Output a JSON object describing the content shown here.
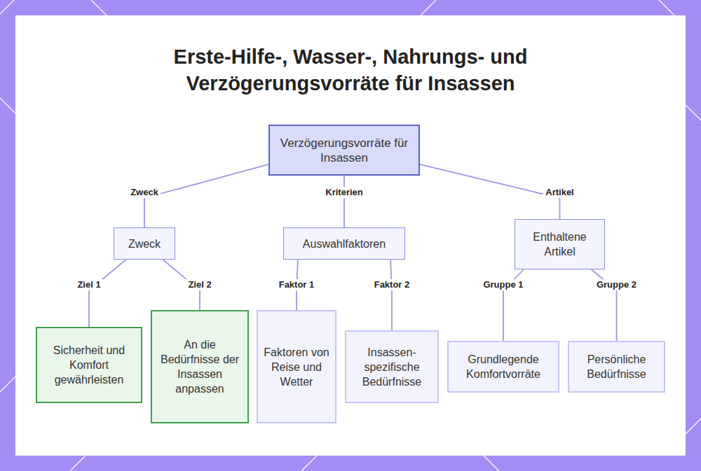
{
  "diagram": {
    "title": "Erste-Hilfe-, Wasser-, Nahrungs- und Verzögerungsvorräte für Insassen",
    "nodes": [
      {
        "text": [
          "Verzögerungsvorräte für Insassen"
        ]
      },
      {
        "text": [
          "Zweck"
        ]
      },
      {
        "text": [
          "Auswahlfaktoren"
        ]
      },
      {
        "text": [
          "Enthaltene Artikel"
        ]
      },
      {
        "text": [
          "Sicherheit und Komfort gewährleisten"
        ]
      },
      {
        "text": [
          "An die Bedürfnisse der Insassen anpassen"
        ]
      },
      {
        "text": [
          "Faktoren von Reise und Wetter"
        ]
      },
      {
        "text": [
          "Insassen-spezifische Bedürfnisse"
        ]
      },
      {
        "text": [
          "Grundlegende Komfortvorräte"
        ]
      },
      {
        "text": [
          "Persönliche Bedürfnisse"
        ]
      }
    ],
    "edges": [
      {
        "from": 0,
        "to": 1,
        "label": "Zweck",
        "arrow": "none"
      },
      {
        "from": 0,
        "to": 2,
        "label": "Kriterien",
        "arrow": "none"
      },
      {
        "from": 0,
        "to": 3,
        "label": "Artikel",
        "arrow": "none"
      },
      {
        "from": 1,
        "to": 4,
        "label": "Ziel 1",
        "arrow": "none"
      },
      {
        "from": 1,
        "to": 5,
        "label": "Ziel 2",
        "arrow": "none"
      },
      {
        "from": 2,
        "to": 6,
        "label": "Faktor 1",
        "arrow": "none"
      },
      {
        "from": 2,
        "to": 7,
        "label": "Faktor 2",
        "arrow": "none"
      },
      {
        "from": 3,
        "to": 8,
        "label": "Gruppe 1",
        "arrow": "none"
      },
      {
        "from": 3,
        "to": 9,
        "label": "Gruppe 2",
        "arrow": "none"
      }
    ]
  }
}
